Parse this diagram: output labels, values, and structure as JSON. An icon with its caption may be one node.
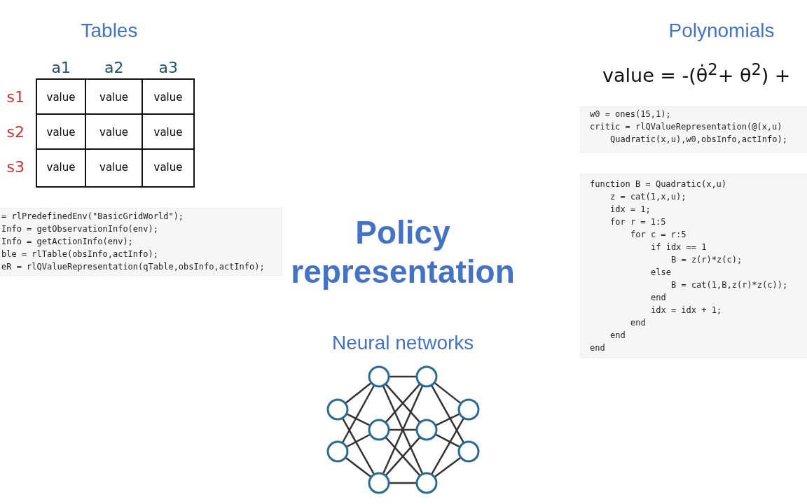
{
  "diagram": {
    "title": "Policy representation",
    "nodes": [
      {
        "text": [],
        "shape": "circle"
      },
      {
        "text": [],
        "shape": "circle"
      },
      {
        "text": [],
        "shape": "circle"
      },
      {
        "text": [],
        "shape": "circle"
      },
      {
        "text": [],
        "shape": "circle"
      },
      {
        "text": [],
        "shape": "circle"
      },
      {
        "text": [],
        "shape": "circle"
      },
      {
        "text": [],
        "shape": "circle"
      },
      {
        "text": [],
        "shape": "circle"
      },
      {
        "text": [],
        "shape": "circle"
      }
    ],
    "edges": [
      {
        "from": 0,
        "to": 2,
        "arrow": "none"
      },
      {
        "from": 0,
        "to": 3,
        "arrow": "none"
      },
      {
        "from": 0,
        "to": 4,
        "arrow": "none"
      },
      {
        "from": 1,
        "to": 2,
        "arrow": "none"
      },
      {
        "from": 1,
        "to": 3,
        "arrow": "none"
      },
      {
        "from": 1,
        "to": 4,
        "arrow": "none"
      },
      {
        "from": 2,
        "to": 5,
        "arrow": "none"
      },
      {
        "from": 2,
        "to": 6,
        "arrow": "none"
      },
      {
        "from": 2,
        "to": 7,
        "arrow": "none"
      },
      {
        "from": 3,
        "to": 5,
        "arrow": "none"
      },
      {
        "from": 3,
        "to": 6,
        "arrow": "none"
      },
      {
        "from": 3,
        "to": 7,
        "arrow": "none"
      },
      {
        "from": 4,
        "to": 5,
        "arrow": "none"
      },
      {
        "from": 4,
        "to": 6,
        "arrow": "none"
      },
      {
        "from": 4,
        "to": 7,
        "arrow": "none"
      },
      {
        "from": 5,
        "to": 8,
        "arrow": "none"
      },
      {
        "from": 5,
        "to": 9,
        "arrow": "none"
      },
      {
        "from": 6,
        "to": 8,
        "arrow": "none"
      },
      {
        "from": 6,
        "to": 9,
        "arrow": "none"
      },
      {
        "from": 7,
        "to": 8,
        "arrow": "none"
      },
      {
        "from": 7,
        "to": 9,
        "arrow": "none"
      }
    ],
    "labels": [
      "Tables",
      "Polynomials",
      "a1",
      "a2",
      "a3",
      "value = -(θ̇$^{2}$+ θ$^{2}$) +",
      "s1",
      "value",
      "value",
      "value",
      "s2",
      "value",
      "value",
      "value",
      "s3",
      "value",
      "value",
      "value",
      "w0 = ones(15,1);",
      "critic = rlQValueRepresentation(@(x,u)",
      "Quadratic(x,u),w0,obsInfo,actInfo);",
      "function B = Quadratic(x,u)",
      "z = cat(1,x,u);",
      "idx = 1;",
      "for r = 1:5",
      "for c = r:5",
      "if idx == 1",
      "B = z(r)*z(c);",
      "else",
      "B = cat(1,B,z(r)*z(c));",
      "end",
      "idx = idx + 1;",
      "end",
      "end",
      "end",
      "= rlPredefinedEnv(\"BasicGridWorld\");",
      "Info = getObservationInfo(env);",
      "Info = getActionInfo(env);",
      "ble = rlTable(obsInfo,actInfo);",
      "eR = rlQValueRepresentation(qTable,obsInfo,actInfo);",
      "Neural networks"
    ]
  }
}
